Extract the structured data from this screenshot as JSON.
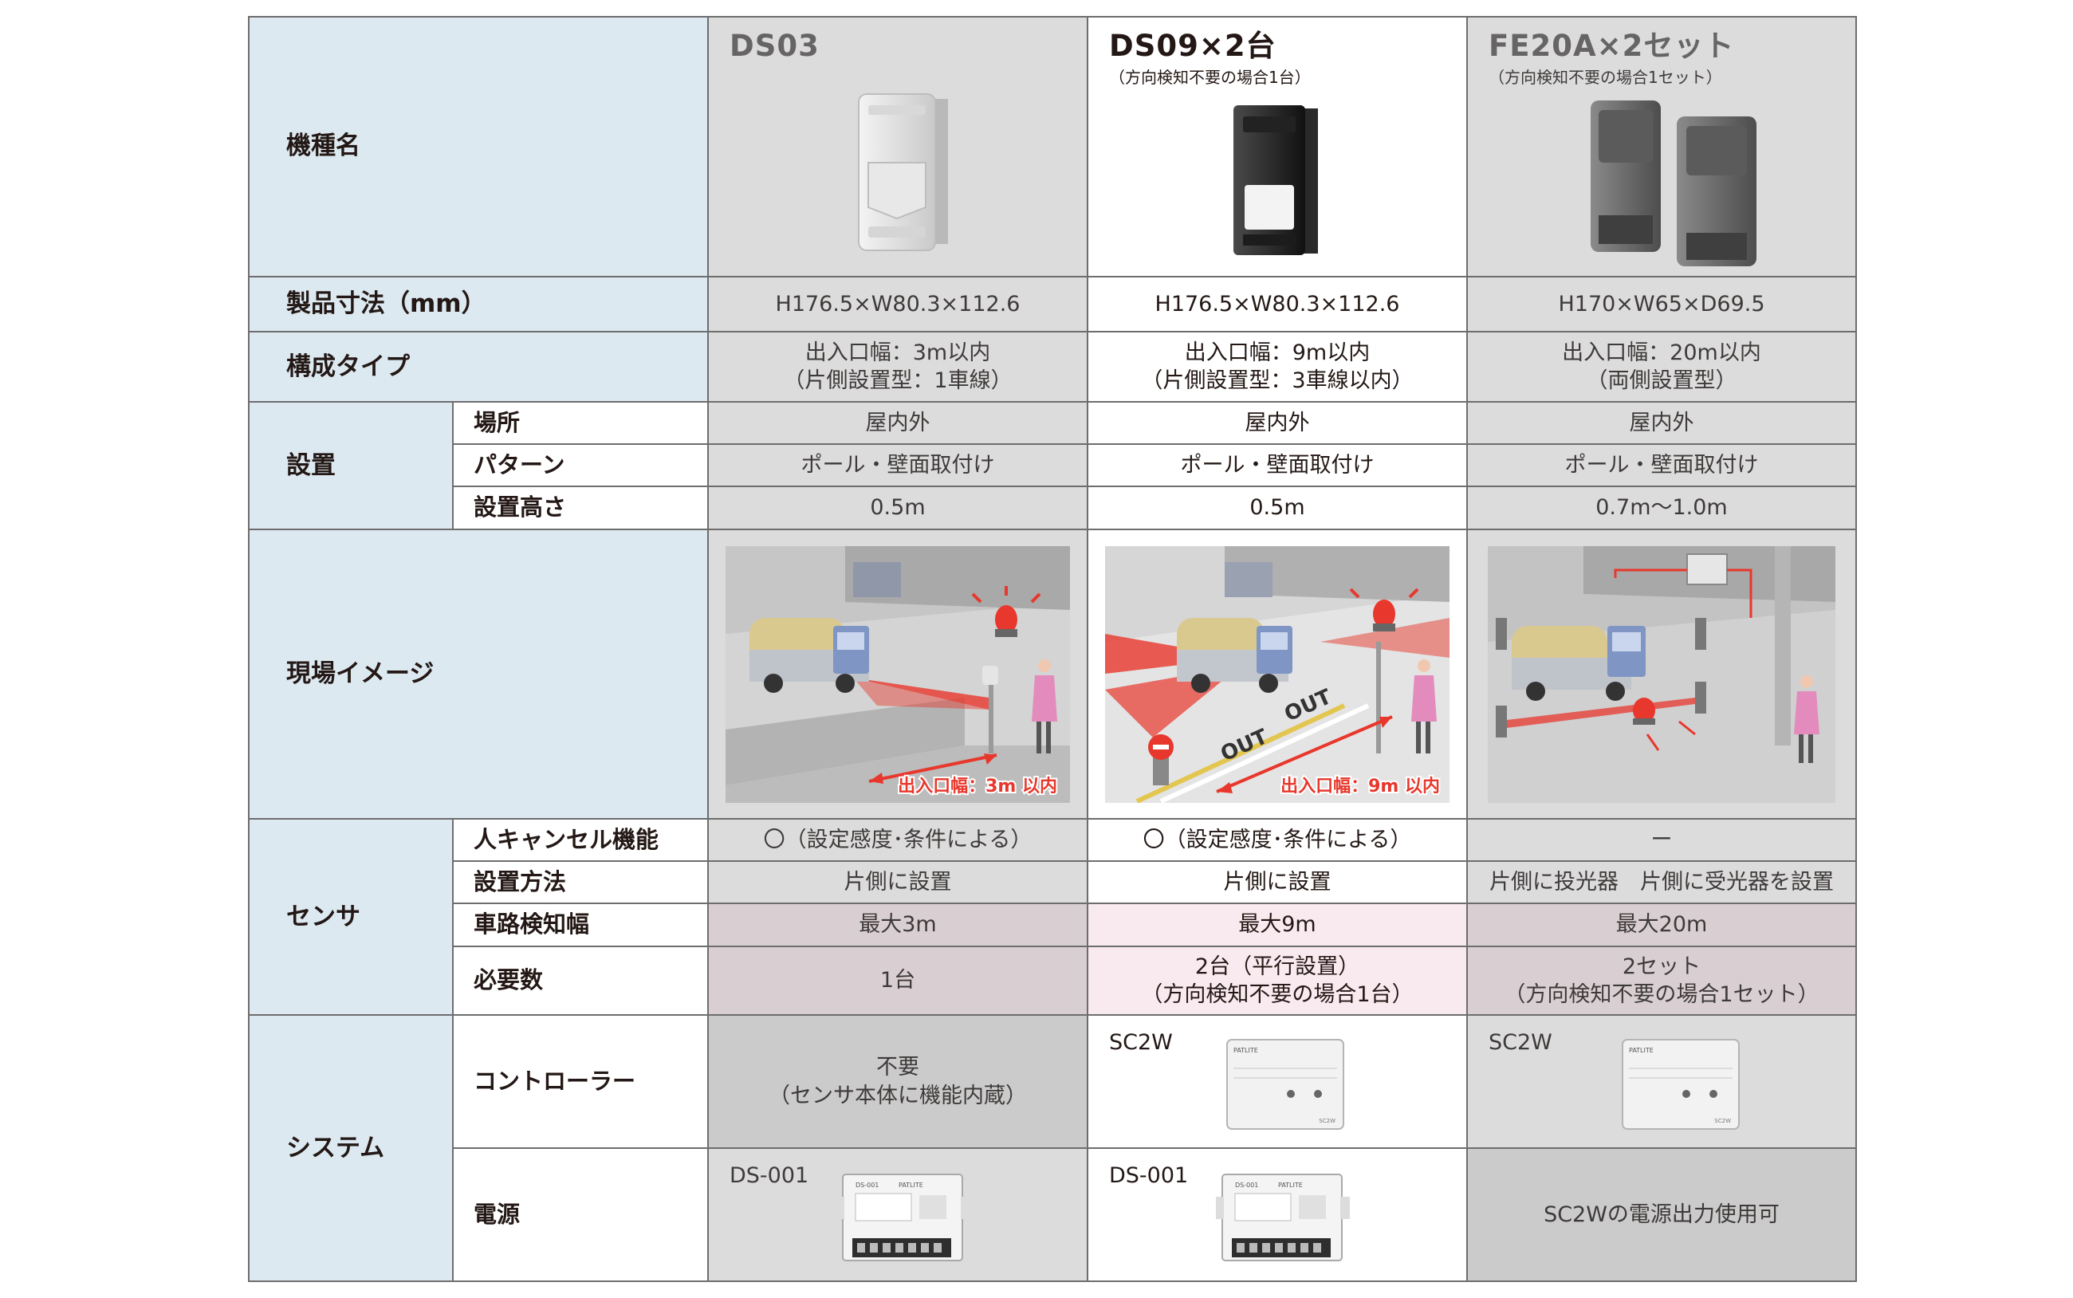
{
  "labels": {
    "model": "機種名",
    "dimensions": "製品寸法（mm）",
    "config": "構成タイプ",
    "install": "設置",
    "install_place": "場所",
    "install_pattern": "パターン",
    "install_height": "設置高さ",
    "scene": "現場イメージ",
    "sensor": "センサ",
    "sensor_cancel": "人キャンセル機能",
    "sensor_method": "設置方法",
    "sensor_width": "車路検知幅",
    "sensor_count": "必要数",
    "system": "システム",
    "system_controller": "コントローラー",
    "system_power": "電源"
  },
  "products": [
    {
      "name": "DS03",
      "note": "",
      "dimensions": "H176.5×W80.3×112.6",
      "config_line1": "出入口幅：3m以内",
      "config_line2": "（片側設置型：1車線）",
      "place": "屋内外",
      "pattern": "ポール・壁面取付け",
      "height": "0.5m",
      "scene_caption": "出入口幅：3m 以内",
      "cancel": "〇（設定感度･条件による）",
      "method": "片側に設置",
      "width": "最大3m",
      "count_line1": "1台",
      "count_line2": "",
      "controller_name": "",
      "controller_line1": "不要",
      "controller_line2": "（センサ本体に機能内蔵）",
      "power_name": "DS-001",
      "power_text": ""
    },
    {
      "name": "DS09×2台",
      "note": "（方向検知不要の場合1台）",
      "dimensions": "H176.5×W80.3×112.6",
      "config_line1": "出入口幅：9m以内",
      "config_line2": "（片側設置型：3車線以内）",
      "place": "屋内外",
      "pattern": "ポール・壁面取付け",
      "height": "0.5m",
      "scene_caption": "出入口幅：9m 以内",
      "scene_road_text_1": "OUT",
      "scene_road_text_2": "OUT",
      "cancel": "〇（設定感度･条件による）",
      "method": "片側に設置",
      "width": "最大9m",
      "count_line1": "2台（平行設置）",
      "count_line2": "（方向検知不要の場合1台）",
      "controller_name": "SC2W",
      "power_name": "DS-001",
      "power_text": ""
    },
    {
      "name": "FE20A×2セット",
      "note": "（方向検知不要の場合1セット）",
      "dimensions": "H170×W65×D69.5",
      "config_line1": "出入口幅：20m以内",
      "config_line2": "（両側設置型）",
      "place": "屋内外",
      "pattern": "ポール・壁面取付け",
      "height": "0.7m〜1.0m",
      "scene_caption": "",
      "cancel": "ー",
      "method": "片側に投光器　片側に受光器を設置",
      "width": "最大20m",
      "count_line1": "2セット",
      "count_line2": "（方向検知不要の場合1セット）",
      "controller_name": "SC2W",
      "power_name": "",
      "power_text": "SC2Wの電源出力使用可"
    }
  ],
  "device_labels": {
    "brand": "PATLITE",
    "controller_model": "SC2W",
    "power_model": "DS-001"
  },
  "colors": {
    "label_bg": "#dde9f1",
    "gray_col": "#dcdcdc",
    "pink_gray": "#d9cfd2",
    "pink_light": "#f9eaf0",
    "dark_gray": "#cbcbcb",
    "scene_red": "#e8372c"
  }
}
